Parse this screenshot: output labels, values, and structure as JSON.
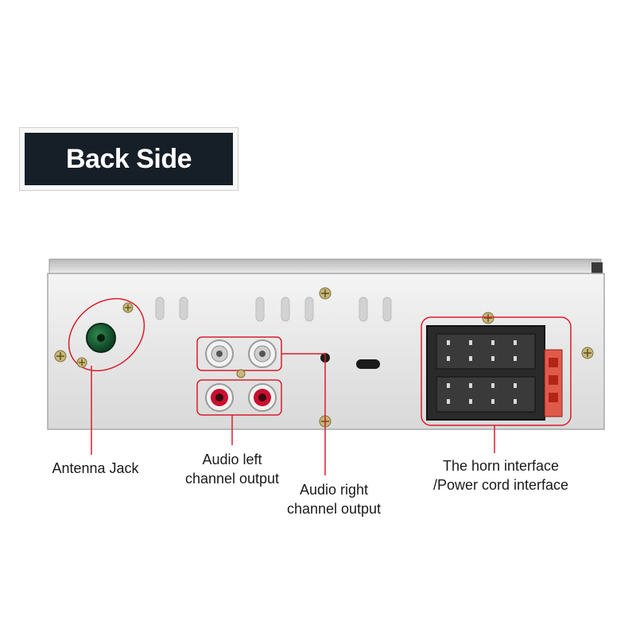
{
  "title": "Back Side",
  "labels": {
    "antenna": [
      "Antenna Jack"
    ],
    "audio_left": [
      "Audio left",
      "channel output"
    ],
    "audio_right": [
      "Audio right",
      "channel output"
    ],
    "horn": [
      "The horn interface",
      "/Power cord interface"
    ]
  },
  "colors": {
    "highlight": "#d81e2c",
    "badge": "#161e27",
    "panel": "#e9e9e9"
  }
}
